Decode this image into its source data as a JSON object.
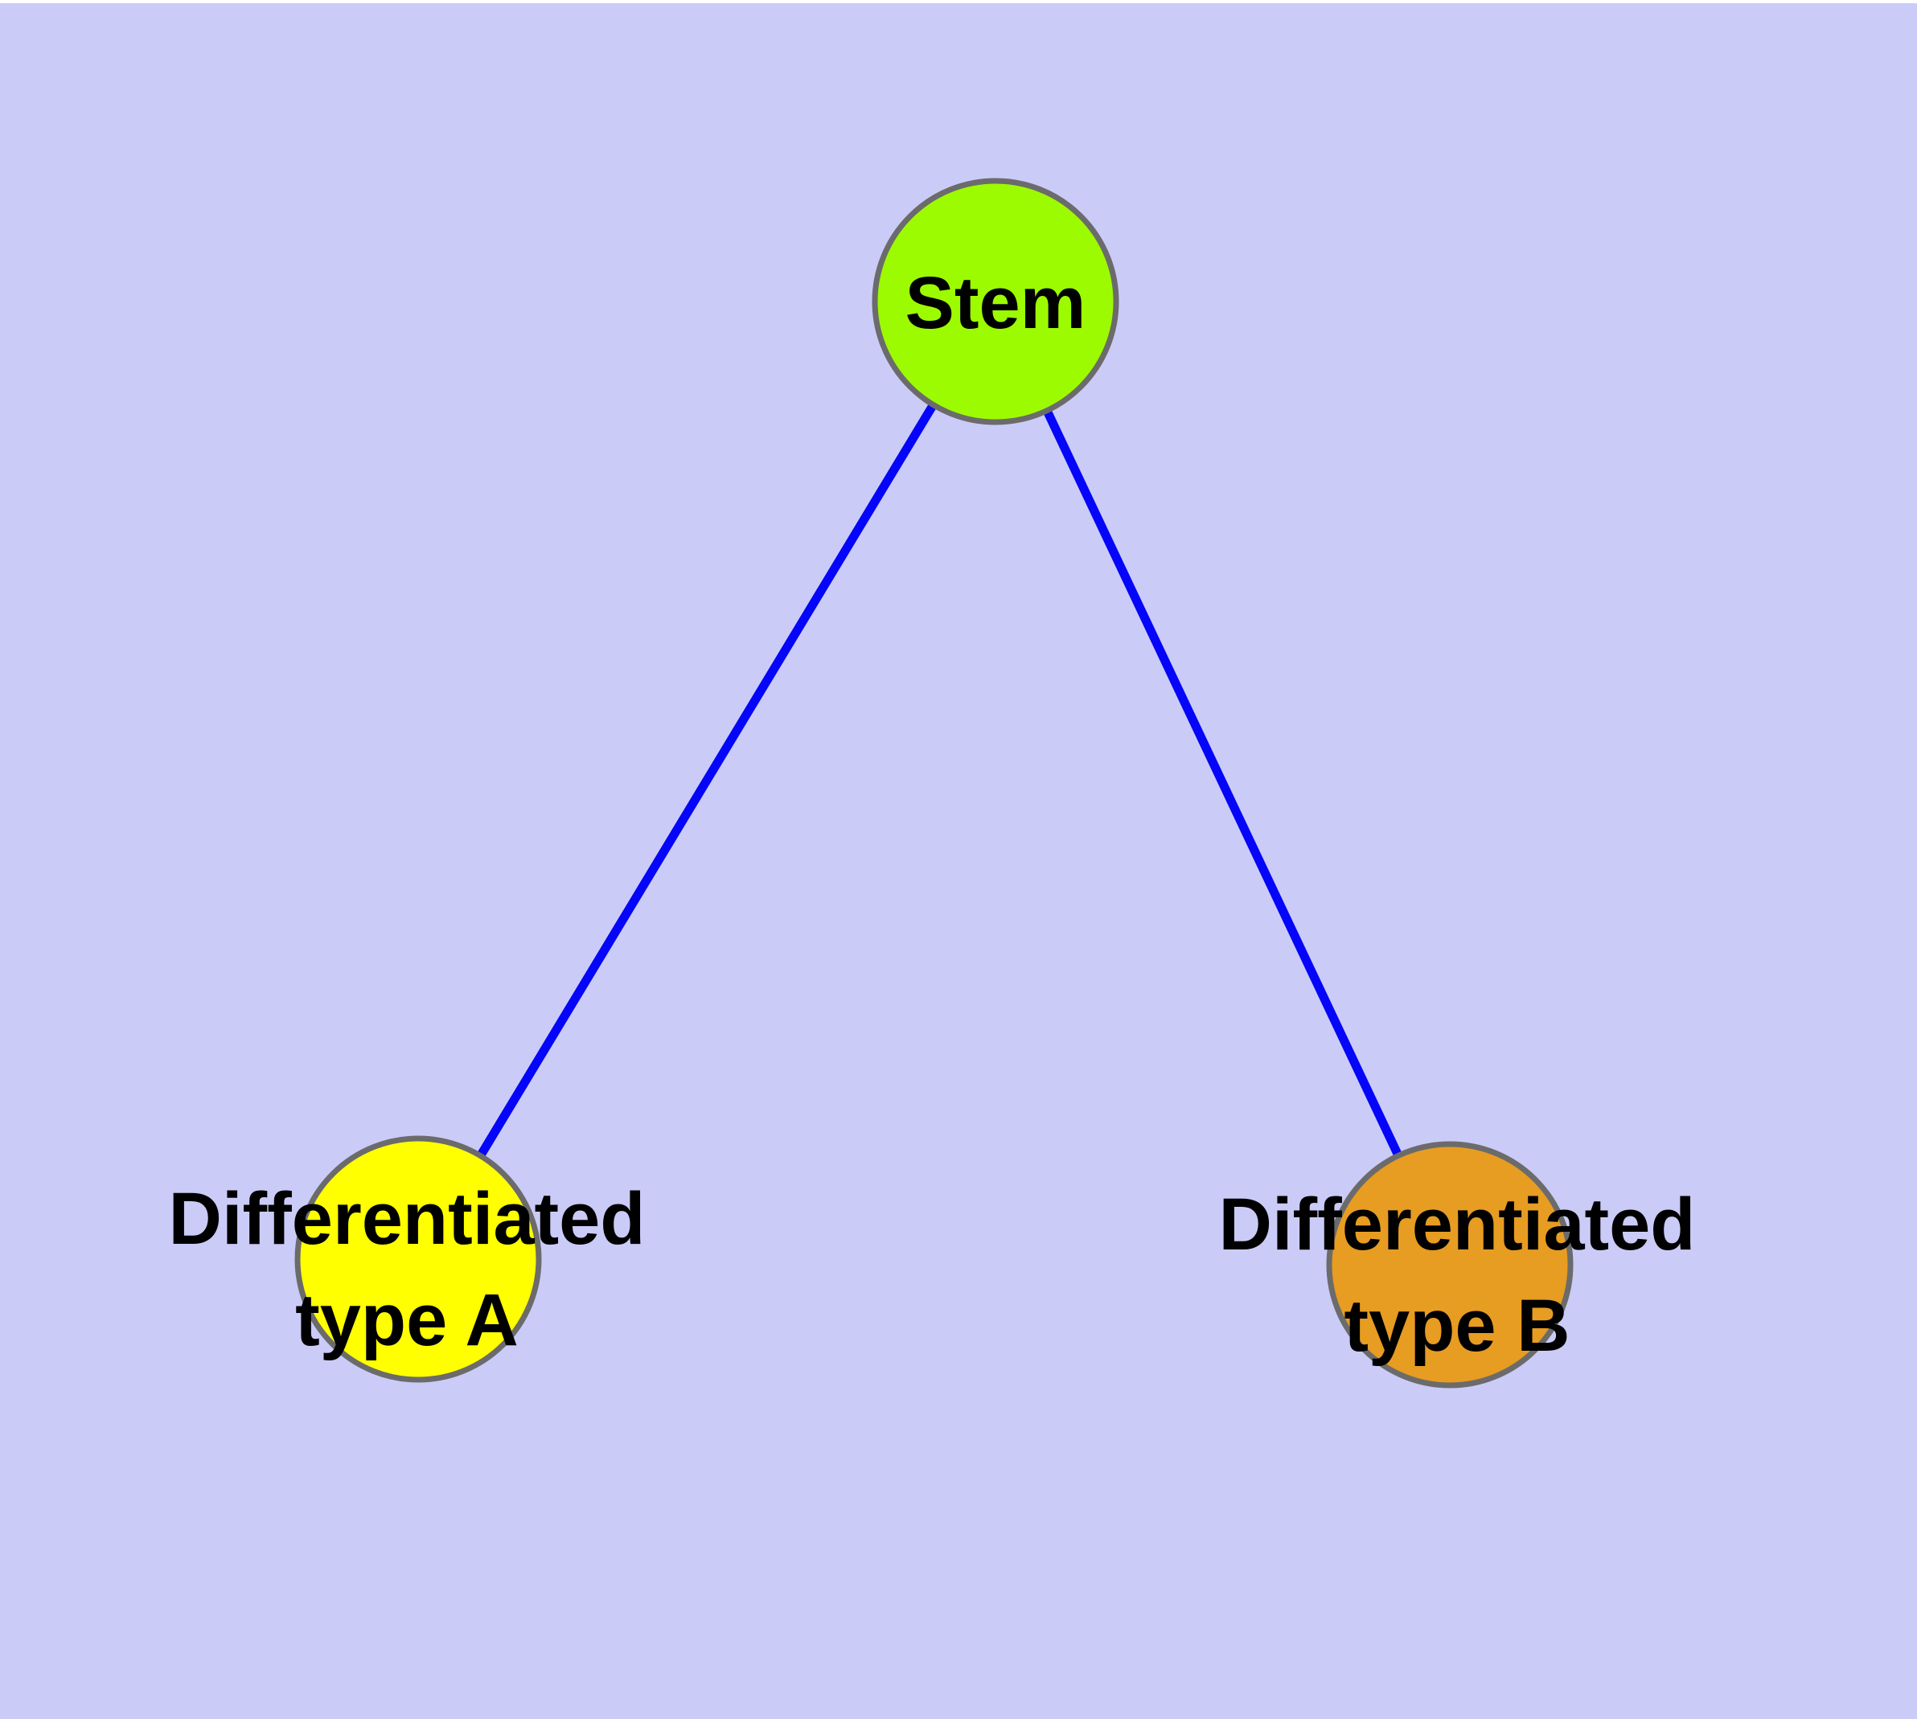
{
  "diagram": {
    "type": "node-link-graph",
    "description": "Stem cell differentiation diagram: one stem node branching to two differentiated cell types"
  },
  "colors": {
    "page_margin": "#FFFFFF",
    "canvas_background": "#CBCBF8",
    "edge": "#0505FA",
    "node_border": "#6B6B6B",
    "label_text": "#000000"
  },
  "nodes": {
    "stem": {
      "label": "Stem",
      "fill": "#9DFB01"
    },
    "type_a": {
      "label_line1": "Differentiated",
      "label_line2": "type A",
      "fill": "#FFFF00"
    },
    "type_b": {
      "label_line1": "Differentiated",
      "label_line2": "type B",
      "fill": "#E79C22"
    }
  },
  "edges": {
    "items": [
      {
        "from": "Stem",
        "to": "Differentiated type A"
      },
      {
        "from": "Stem",
        "to": "Differentiated type B"
      }
    ]
  }
}
